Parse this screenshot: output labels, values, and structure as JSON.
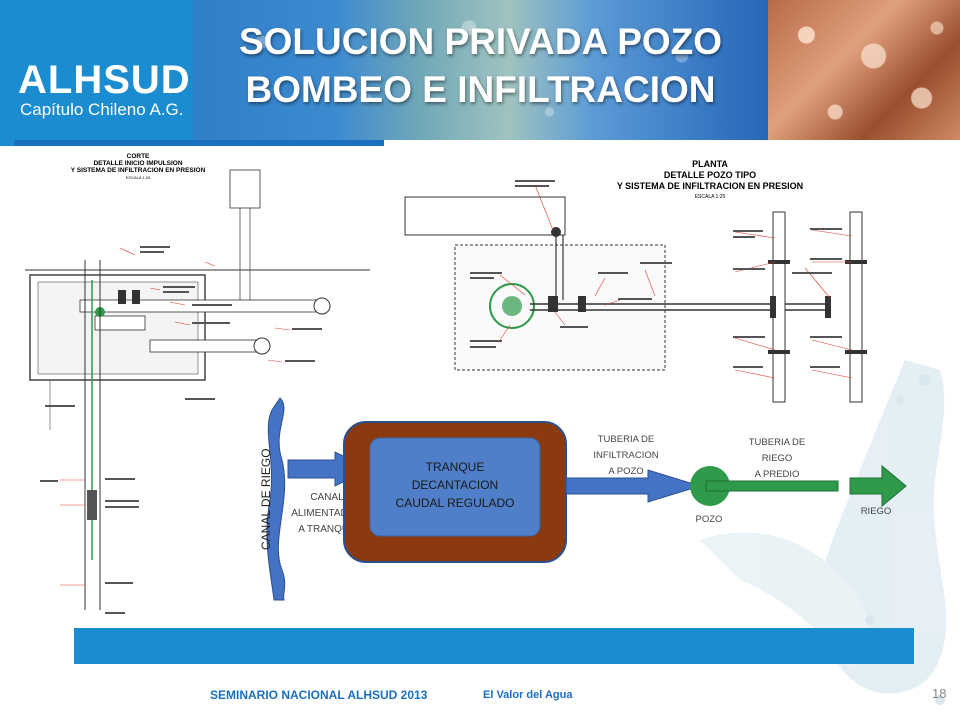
{
  "header": {
    "logo_name": "ALHSUD",
    "logo_subtitle": "Capítulo Chileno A.G.",
    "title_line1": "SOLUCION PRIVADA POZO",
    "title_line2": "BOMBEO E INFILTRACION"
  },
  "section_drawing": {
    "title_line1": "CORTE",
    "title_line2": "DETALLE INICIO IMPULSION",
    "title_line3": "Y SISTEMA DE INFILTRACION EN PRESION",
    "scale": "ESCALA 1:25"
  },
  "plan_drawing": {
    "title_line1": "PLANTA",
    "title_line2": "DETALLE POZO TIPO",
    "title_line3": "Y SISTEMA DE INFILTRACION EN PRESION",
    "scale": "ESCALA 1:25"
  },
  "diagram": {
    "canal_label": "CANAL DE RIEGO",
    "feeder_label_1": "CANAL",
    "feeder_label_2": "ALIMENTADOR",
    "feeder_label_3": "A TRANQUE",
    "tank_label_1": "TRANQUE",
    "tank_label_2": "DECANTACION",
    "tank_label_3": "CAUDAL REGULADO",
    "infiltration_label_1": "TUBERIA DE",
    "infiltration_label_2": "INFILTRACION",
    "infiltration_label_3": "A POZO",
    "riego_pipe_label_1": "TUBERIA DE",
    "riego_pipe_label_2": "RIEGO",
    "riego_pipe_label_3": "A PREDIO",
    "pozo_label": "POZO",
    "riego_label": "RIEGO"
  },
  "colors": {
    "brand_blue": "#1b8ccf",
    "tank_brown": "#8b3a0f",
    "tank_inner": "#4f7fc8",
    "arrow_blue": "#4472c4",
    "pozo_green": "#2e9a4a"
  },
  "footer": {
    "event": "SEMINARIO NACIONAL ALHSUD 2013",
    "tagline": "El Valor del Agua",
    "page": "18"
  }
}
